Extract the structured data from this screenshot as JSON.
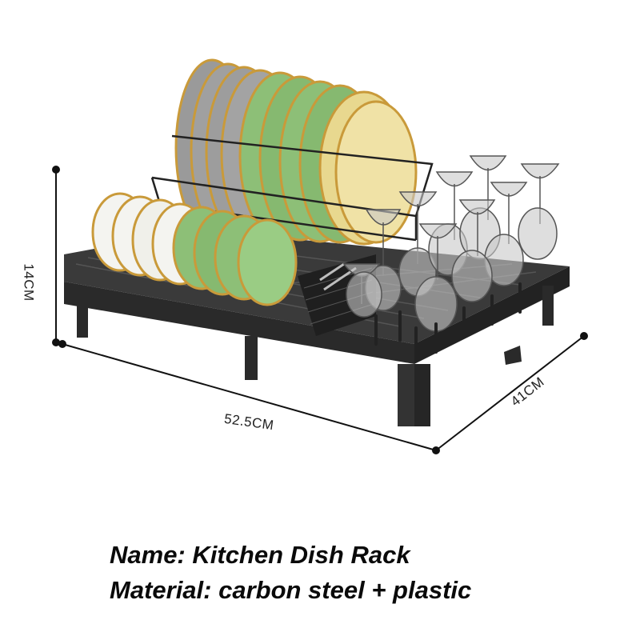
{
  "dimensions": {
    "height": "14CM",
    "width": "52.5CM",
    "depth": "41CM"
  },
  "caption": {
    "name_line": "Name: Kitchen Dish Rack",
    "material_line": "Material: carbon steel + plastic"
  },
  "colors": {
    "rack": "#2b2b2b",
    "plate_green": "#8dbf77",
    "plate_yellow": "#f0e2a6",
    "plate_rim": "#c99a3a",
    "plate_grey": "#9a9a9a",
    "bowl_white": "#f4f4f0"
  }
}
